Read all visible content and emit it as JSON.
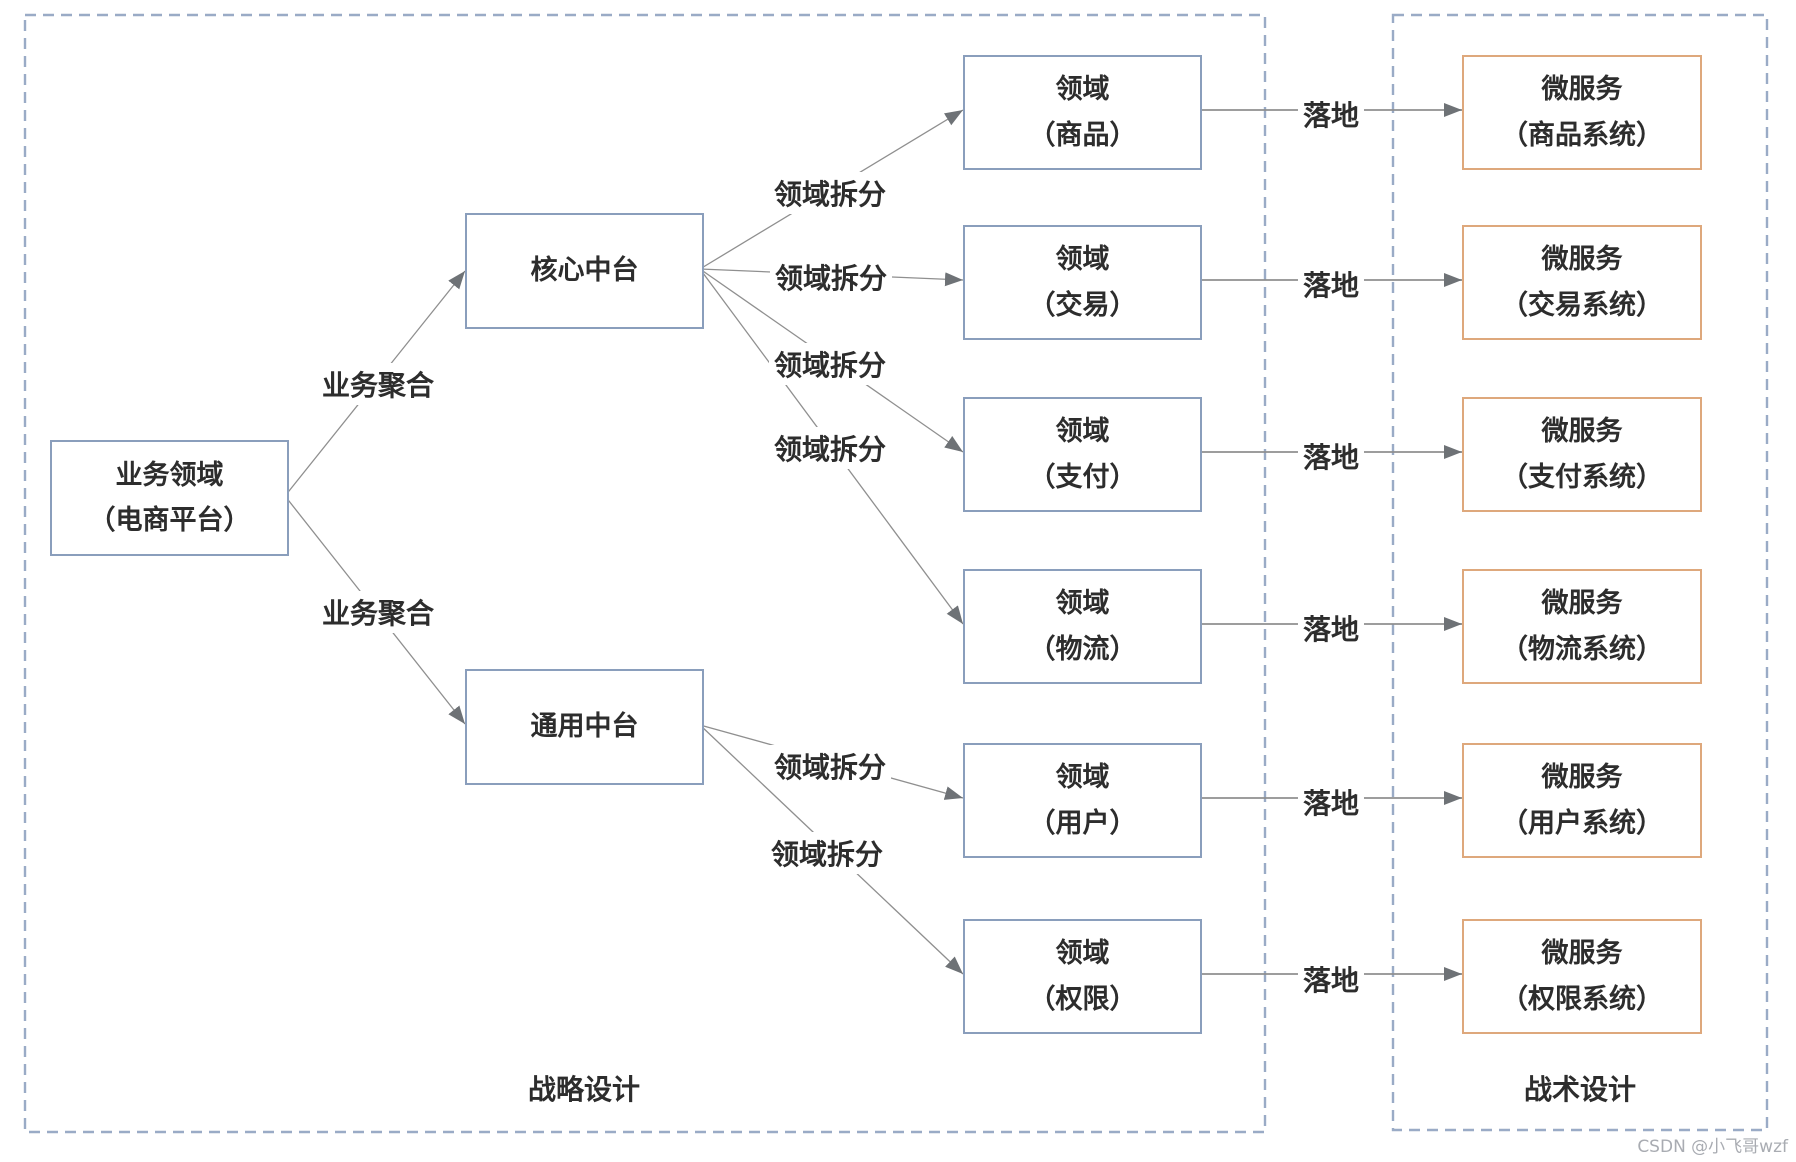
{
  "diagram": {
    "source": {
      "line1": "业务领域",
      "line2": "（电商平台）"
    },
    "platforms": [
      {
        "label": "核心中台"
      },
      {
        "label": "通用中台"
      }
    ],
    "domains": [
      {
        "line1": "领域",
        "line2": "（商品）"
      },
      {
        "line1": "领域",
        "line2": "（交易）"
      },
      {
        "line1": "领域",
        "line2": "（支付）"
      },
      {
        "line1": "领域",
        "line2": "（物流）"
      },
      {
        "line1": "领域",
        "line2": "（用户）"
      },
      {
        "line1": "领域",
        "line2": "（权限）"
      }
    ],
    "microservices": [
      {
        "line1": "微服务",
        "line2": "（商品系统）"
      },
      {
        "line1": "微服务",
        "line2": "（交易系统）"
      },
      {
        "line1": "微服务",
        "line2": "（支付系统）"
      },
      {
        "line1": "微服务",
        "line2": "（物流系统）"
      },
      {
        "line1": "微服务",
        "line2": "（用户系统）"
      },
      {
        "line1": "微服务",
        "line2": "（权限系统）"
      }
    ],
    "edge_labels": {
      "aggregate": "业务聚合",
      "split": "领域拆分",
      "implement": "落地"
    },
    "sections": {
      "left": "战略设计",
      "right": "战术设计"
    },
    "watermark": "CSDN @小飞哥wzf",
    "colors": {
      "node_border_blue": "#8A9EBC",
      "node_border_orange": "#DEA87C",
      "container_dash": "#9AABC6",
      "connector": "#8F8F8F",
      "arrowhead": "#6E7276",
      "text": "#2D2D2D",
      "watermark": "#A9ACB2"
    }
  }
}
